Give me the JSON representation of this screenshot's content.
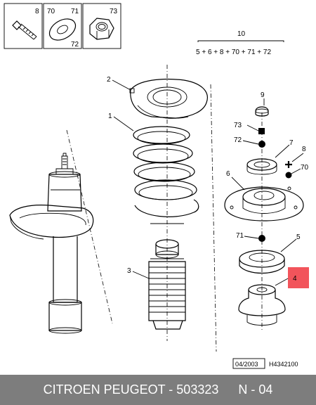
{
  "callouts": {
    "c8": "8",
    "c70": "70",
    "c71": "71",
    "c72": "72",
    "c73": "73",
    "c10": "10",
    "formula": "5 + 6 + 8 + 70 + 71 + 72",
    "c2": "2",
    "c1": "1",
    "c3": "3",
    "c9": "9",
    "c73b": "73",
    "c72b": "72",
    "c7": "7",
    "c8b": "8",
    "c70b": "70",
    "c6": "6",
    "c71b": "71",
    "c5": "5",
    "c4": "4"
  },
  "date_code": "04/2003",
  "drawing_ref": "H4342100",
  "footer": {
    "text": "CITROEN PEUGEOT - 503323",
    "position": "N - 04"
  },
  "highlight_color": "#f2545b"
}
